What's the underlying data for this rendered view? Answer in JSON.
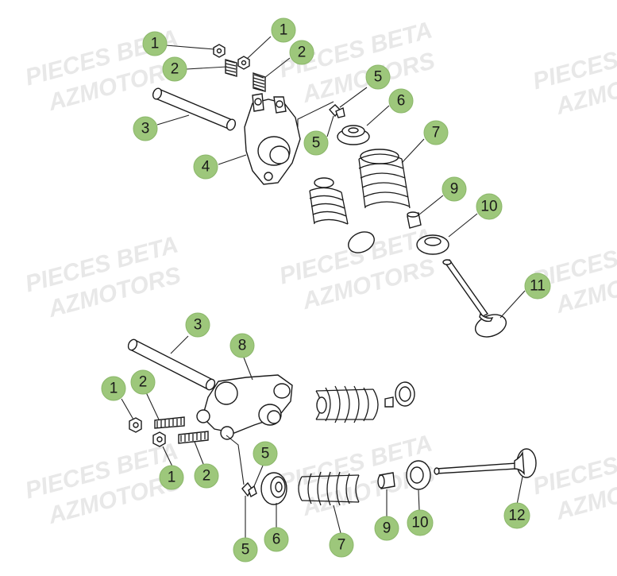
{
  "watermark": {
    "line1": "PIECES BETA",
    "line2": "AZMOTORS"
  },
  "callouts": {
    "c01": "1",
    "c02": "1",
    "c03": "2",
    "c04": "2",
    "c05": "3",
    "c06": "4",
    "c07": "5",
    "c08": "5",
    "c09": "6",
    "c10": "7",
    "c11": "9",
    "c12": "10",
    "c13": "11",
    "c14": "3",
    "c15": "8",
    "c16": "1",
    "c17": "2",
    "c18": "1",
    "c19": "2",
    "c20": "5",
    "c21": "5",
    "c22": "6",
    "c23": "7",
    "c24": "9",
    "c25": "10",
    "c26": "12"
  },
  "colors": {
    "callout_fill": "#9dc77b",
    "line": "#1a1a1a",
    "watermark": "#e8e8e8"
  }
}
